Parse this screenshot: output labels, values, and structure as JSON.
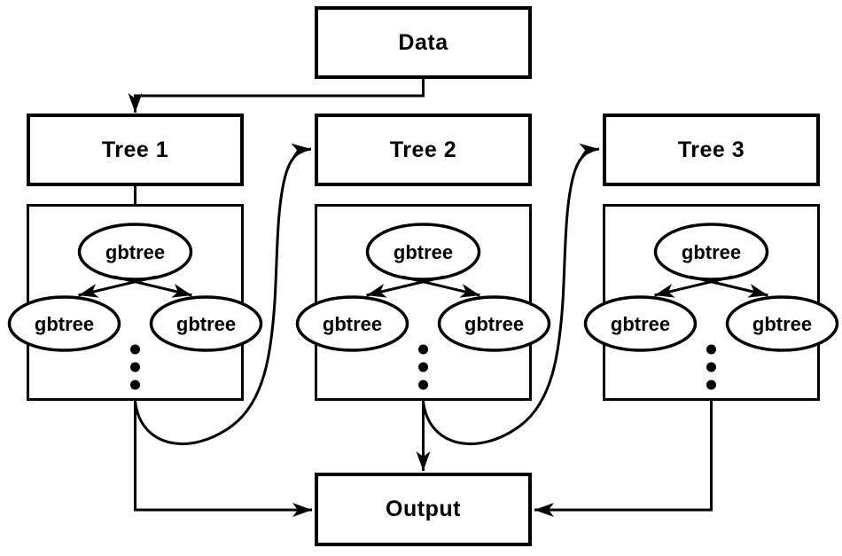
{
  "diagram": {
    "type": "flowchart",
    "colors": {
      "stroke": "#000000",
      "background": "#ffffff",
      "text": "#000000"
    },
    "data_box": {
      "label": "Data"
    },
    "output_box": {
      "label": "Output"
    },
    "trees": [
      {
        "label": "Tree 1",
        "root": "gbtree",
        "left": "gbtree",
        "right": "gbtree"
      },
      {
        "label": "Tree 2",
        "root": "gbtree",
        "left": "gbtree",
        "right": "gbtree"
      },
      {
        "label": "Tree 3",
        "root": "gbtree",
        "left": "gbtree",
        "right": "gbtree"
      }
    ]
  }
}
